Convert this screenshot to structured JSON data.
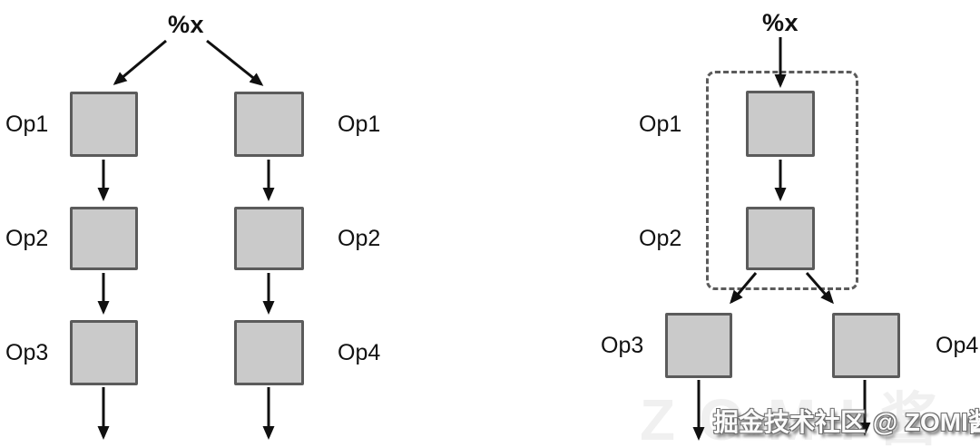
{
  "colors": {
    "box_fill": "#cacaca",
    "box_border": "#5b5b5b",
    "dashed_region_border": "#5b5b5b",
    "arrow": "#101010",
    "label_text": "#111111"
  },
  "left_diagram": {
    "root_label": "%x",
    "left_chain_labels": [
      "Op1",
      "Op2",
      "Op3"
    ],
    "right_chain_labels": [
      "Op1",
      "Op2",
      "Op4"
    ]
  },
  "right_diagram": {
    "root_label": "%x",
    "fused_chain_labels": [
      "Op1",
      "Op2"
    ],
    "branch_labels": [
      "Op3",
      "Op4"
    ]
  },
  "watermark": {
    "text": "掘金技术社区 @ ZOMI酱",
    "ghost_text": "ZOMI酱"
  }
}
